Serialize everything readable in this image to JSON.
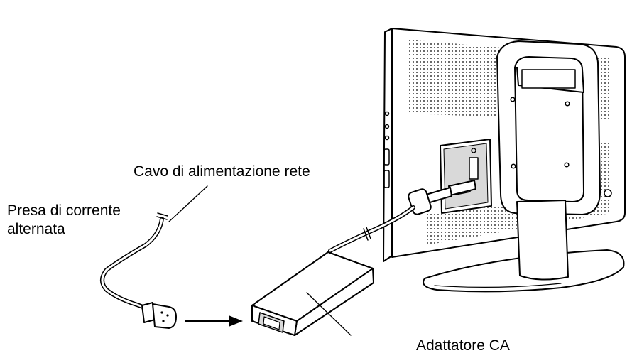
{
  "labels": {
    "power_cord": "Cavo di alimentazione rete",
    "ac_outlet_line1": "Presa di corrente",
    "ac_outlet_line2": "alternata",
    "ac_adapter": "Adattatore CA"
  },
  "colors": {
    "line": "#000000",
    "fill": "#ffffff",
    "shade": "#d9d9d9"
  }
}
